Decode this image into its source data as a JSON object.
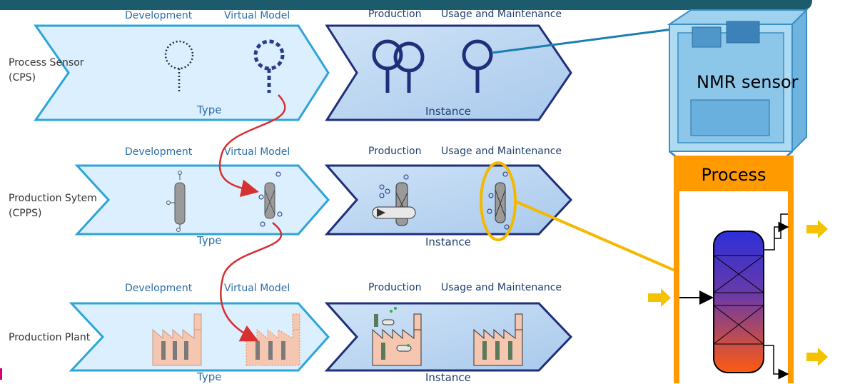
{
  "stages": {
    "development": "Development",
    "virtual_model": "Virtual Model",
    "production": "Production",
    "usage_maintenance": "Usage and Maintenance"
  },
  "rows": [
    {
      "label_line1": "Process Sensor",
      "label_line2": "(CPS)"
    },
    {
      "label_line1": "Production Sytem",
      "label_line2": "(CPPS)"
    },
    {
      "label_line1": "Production Plant",
      "label_line2": ""
    }
  ],
  "phase_labels": {
    "type": "Type",
    "instance": "Instance"
  },
  "nmr_label": "NMR sensor",
  "process_label": "Process",
  "colors": {
    "type_fill": "#dcefff",
    "type_stroke": "#2da4d8",
    "instance_fill": "#b6d4f1",
    "instance_stroke": "#1f2f7a",
    "arrow_red": "#d63031",
    "highlight": "#f5b800",
    "process_frame": "#ff9a00",
    "connector_blue": "#1a7fb0"
  }
}
